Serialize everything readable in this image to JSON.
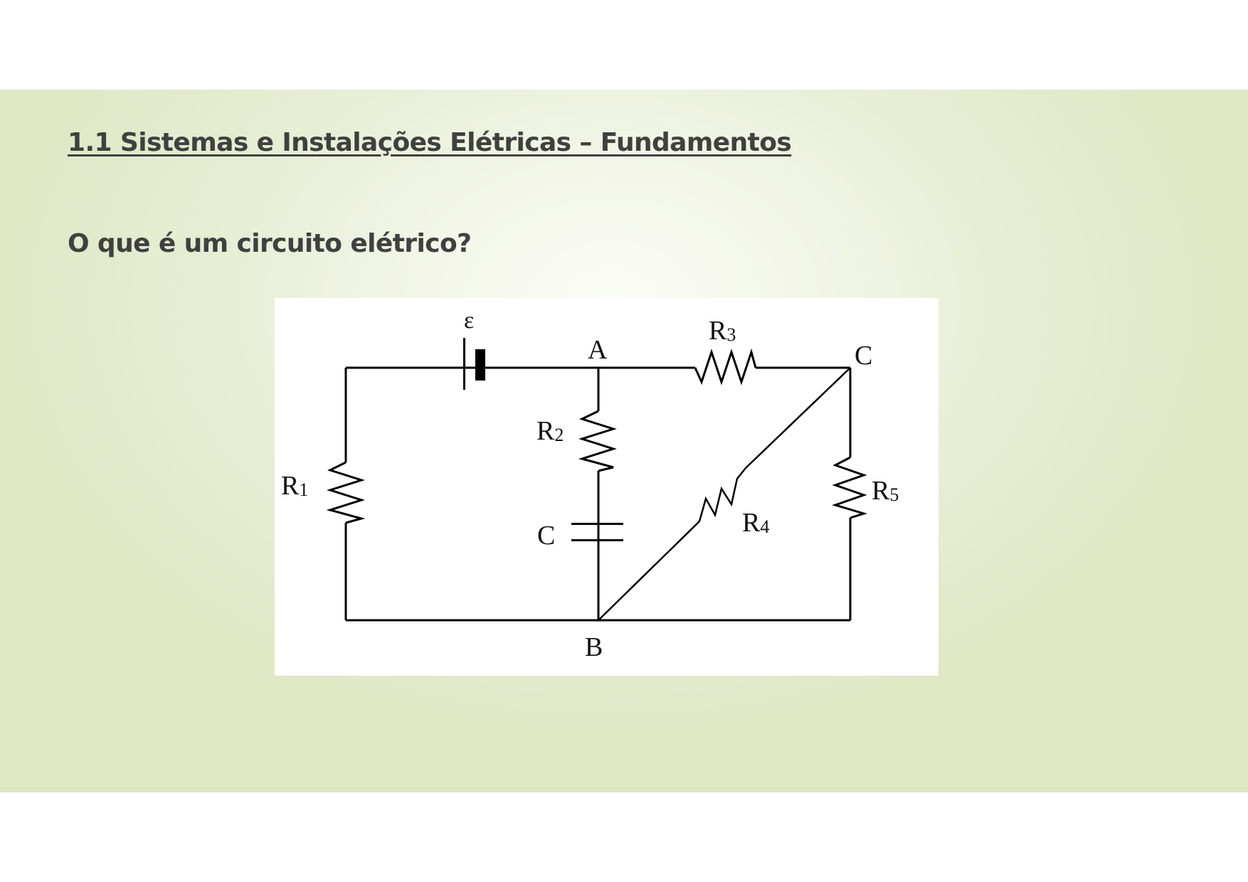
{
  "slide": {
    "title": "1.1 Sistemas e Instalações Elétricas – Fundamentos",
    "subtitle": "O que é um circuito elétrico?"
  },
  "diagram": {
    "type": "circuit-schematic",
    "labels": {
      "emf": "ε",
      "node_a": "A",
      "node_b": "B",
      "node_c": "C",
      "capacitor": "C",
      "r1": "R",
      "r1_sub": "1",
      "r2": "R",
      "r2_sub": "2",
      "r3": "R",
      "r3_sub": "3",
      "r4": "R",
      "r4_sub": "4",
      "r5": "R",
      "r5_sub": "5"
    },
    "components": [
      {
        "id": "emf",
        "kind": "battery",
        "between": [
          "left-top",
          "A"
        ]
      },
      {
        "id": "R1",
        "kind": "resistor",
        "between": [
          "left-top",
          "left-bottom"
        ]
      },
      {
        "id": "R2",
        "kind": "resistor",
        "between": [
          "A",
          "C-cap"
        ]
      },
      {
        "id": "C",
        "kind": "capacitor",
        "between": [
          "R2",
          "B"
        ]
      },
      {
        "id": "R3",
        "kind": "resistor",
        "between": [
          "A",
          "C"
        ]
      },
      {
        "id": "R4",
        "kind": "resistor",
        "between": [
          "B",
          "C"
        ]
      },
      {
        "id": "R5",
        "kind": "resistor",
        "between": [
          "C",
          "right-bottom"
        ]
      }
    ]
  },
  "colors": {
    "text": "#404040",
    "background_edge": "#dfe7c4",
    "background_center": "#fbfcf7",
    "wire": "#000000"
  }
}
